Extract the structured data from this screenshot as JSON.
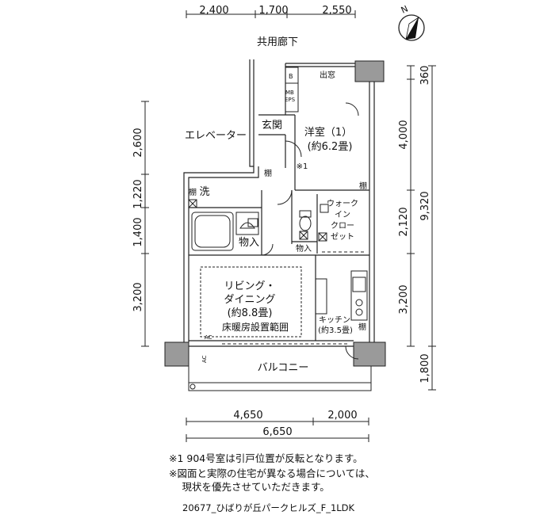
{
  "dims_top": [
    "2,400",
    "1,700",
    "2,550"
  ],
  "dims_left": [
    "2,600",
    "1,220",
    "1,400",
    "3,200"
  ],
  "dims_right_inner": [
    "4,000",
    "2,120",
    "3,200"
  ],
  "dims_right_outer": [
    "360",
    "9,320",
    "1,800"
  ],
  "dims_bottom": [
    "4,650",
    "2,000",
    "6,650"
  ],
  "labels": {
    "corridor": "共用廊下",
    "elevator": "エレベーター",
    "entrance": "玄関",
    "window": "出窓",
    "bedroom": "洋室（1）",
    "bedroom_size": "(約6.2畳)",
    "mark1": "※1",
    "wash": "洗",
    "shelf": "棚",
    "storage": "物入",
    "wic_1": "ウォーク",
    "wic_2": "イン",
    "wic_3": "クロー",
    "wic_4": "ゼット",
    "living_1": "リビング・",
    "living_2": "ダイニング",
    "living_size": "(約8.8畳)",
    "floor_heat": "床暖房設置範囲",
    "kitchen": "キッチン",
    "kitchen_size": "(約3.5畳)",
    "balcony": "バルコニー",
    "ac": "AC",
    "mb": "MB",
    "eps": "EPS",
    "b": "B",
    "north": "N"
  },
  "notes": [
    "※1 904号室は引戸位置が反転となります。",
    "※図面と実際の住宅が異なる場合については、",
    "　 現状を優先させていただきます。"
  ],
  "caption": "20677_ひばりが丘パークヒルズ_F_1LDK"
}
